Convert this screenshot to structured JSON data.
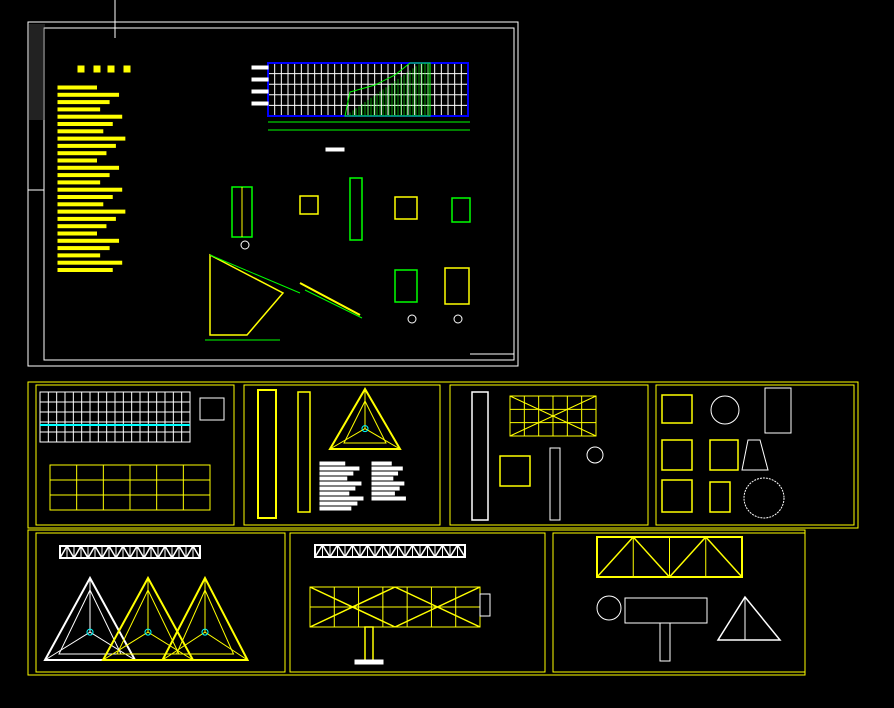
{
  "colors": {
    "background": "#000000",
    "sheet_border": "#ffffff",
    "frame": "#ffff00",
    "structure": "#ffff00",
    "member": "#00ff00",
    "grid": "#0000ff",
    "annotation": "#ffffff",
    "accent": "#00ffff",
    "hatch": "#ff00ff"
  },
  "cursor": {
    "icon": "crosshair-icon"
  },
  "sheets": [
    {
      "id": "notes-and-details",
      "content": [
        "notes-block",
        "elevation-grid",
        "section-details",
        "triangle-detail",
        "bolt-details"
      ]
    },
    {
      "id": "sheet-grid-layout"
    },
    {
      "id": "sheet-column-triangle"
    },
    {
      "id": "sheet-column-truss"
    },
    {
      "id": "sheet-connection-details"
    },
    {
      "id": "sheet-triangle-plans"
    },
    {
      "id": "sheet-truss-elevation"
    },
    {
      "id": "sheet-billboard-elevation"
    }
  ]
}
